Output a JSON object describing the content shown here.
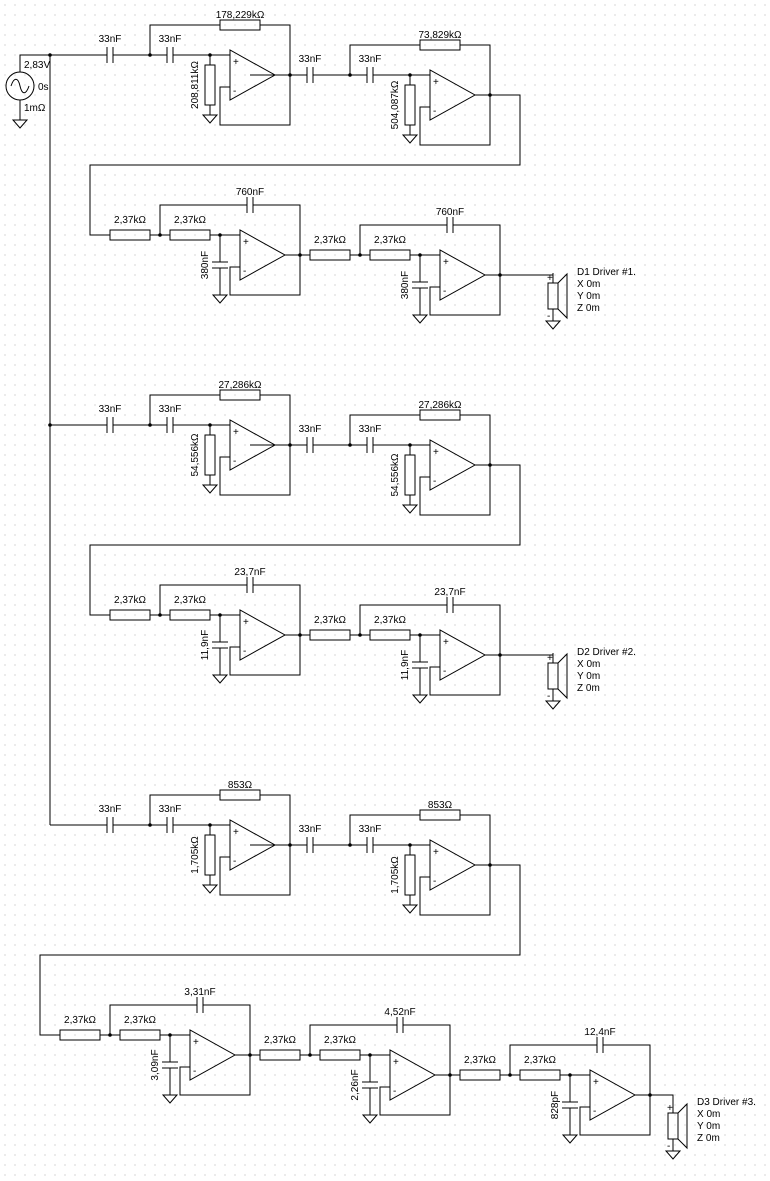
{
  "source": {
    "amplitude": "2,83V",
    "delay": "0s",
    "resistance": "1mΩ"
  },
  "blocks": [
    {
      "hp": {
        "s1": {
          "c1": "33nF",
          "c2": "33nF",
          "rfb": "178,229kΩ",
          "rg": "208,811kΩ"
        },
        "s2": {
          "c1": "33nF",
          "c2": "33nF",
          "rfb": "73,829kΩ",
          "rg": "504,087kΩ"
        }
      },
      "lp": [
        {
          "r1": "2,37kΩ",
          "r2": "2,37kΩ",
          "cfb": "760nF",
          "cg": "380nF"
        },
        {
          "r1": "2,37kΩ",
          "r2": "2,37kΩ",
          "cfb": "760nF",
          "cg": "380nF"
        }
      ],
      "driver": {
        "name": "D1 Driver #1.",
        "x": "X 0m",
        "y": "Y 0m",
        "z": "Z 0m",
        "color": "#dd0000"
      }
    },
    {
      "hp": {
        "s1": {
          "c1": "33nF",
          "c2": "33nF",
          "rfb": "27,286kΩ",
          "rg": "54,556kΩ"
        },
        "s2": {
          "c1": "33nF",
          "c2": "33nF",
          "rfb": "27,286kΩ",
          "rg": "54,556kΩ"
        }
      },
      "lp": [
        {
          "r1": "2,37kΩ",
          "r2": "2,37kΩ",
          "cfb": "23,7nF",
          "cg": "11,9nF"
        },
        {
          "r1": "2,37kΩ",
          "r2": "2,37kΩ",
          "cfb": "23,7nF",
          "cg": "11,9nF"
        }
      ],
      "driver": {
        "name": "D2 Driver #2.",
        "x": "X 0m",
        "y": "Y 0m",
        "z": "Z 0m",
        "color": "#008800"
      }
    },
    {
      "hp": {
        "s1": {
          "c1": "33nF",
          "c2": "33nF",
          "rfb": "853Ω",
          "rg": "1,705kΩ"
        },
        "s2": {
          "c1": "33nF",
          "c2": "33nF",
          "rfb": "853Ω",
          "rg": "1,705kΩ"
        }
      },
      "lp": [
        {
          "r1": "2,37kΩ",
          "r2": "2,37kΩ",
          "cfb": "3,31nF",
          "cg": "3,09nF"
        },
        {
          "r1": "2,37kΩ",
          "r2": "2,37kΩ",
          "cfb": "4,52nF",
          "cg": "2,26nF"
        },
        {
          "r1": "2,37kΩ",
          "r2": "2,37kΩ",
          "cfb": "12,4nF",
          "cg": "828pF"
        }
      ],
      "driver": {
        "name": "D3 Driver #3.",
        "x": "X 0m",
        "y": "Y 0m",
        "z": "Z 0m",
        "color": "#0000cc"
      }
    }
  ]
}
